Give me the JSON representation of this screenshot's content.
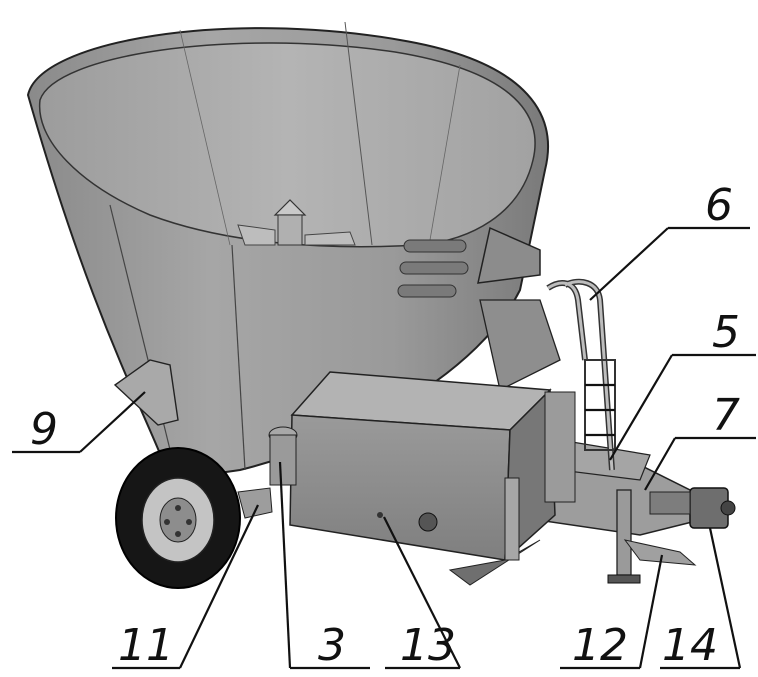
{
  "colors": {
    "background": "#ffffff",
    "metal_light": "#a7a7a7",
    "metal_mid": "#8d8d8d",
    "metal_dark": "#5e5e5e",
    "tire": "#161616",
    "line": "#111111"
  },
  "callouts": [
    {
      "id": "c9",
      "label": "9"
    },
    {
      "id": "c11",
      "label": "11"
    },
    {
      "id": "c3",
      "label": "3"
    },
    {
      "id": "c13",
      "label": "13"
    },
    {
      "id": "c6",
      "label": "6"
    },
    {
      "id": "c5",
      "label": "5"
    },
    {
      "id": "c7",
      "label": "7"
    },
    {
      "id": "c12",
      "label": "12"
    },
    {
      "id": "c14",
      "label": "14"
    }
  ]
}
